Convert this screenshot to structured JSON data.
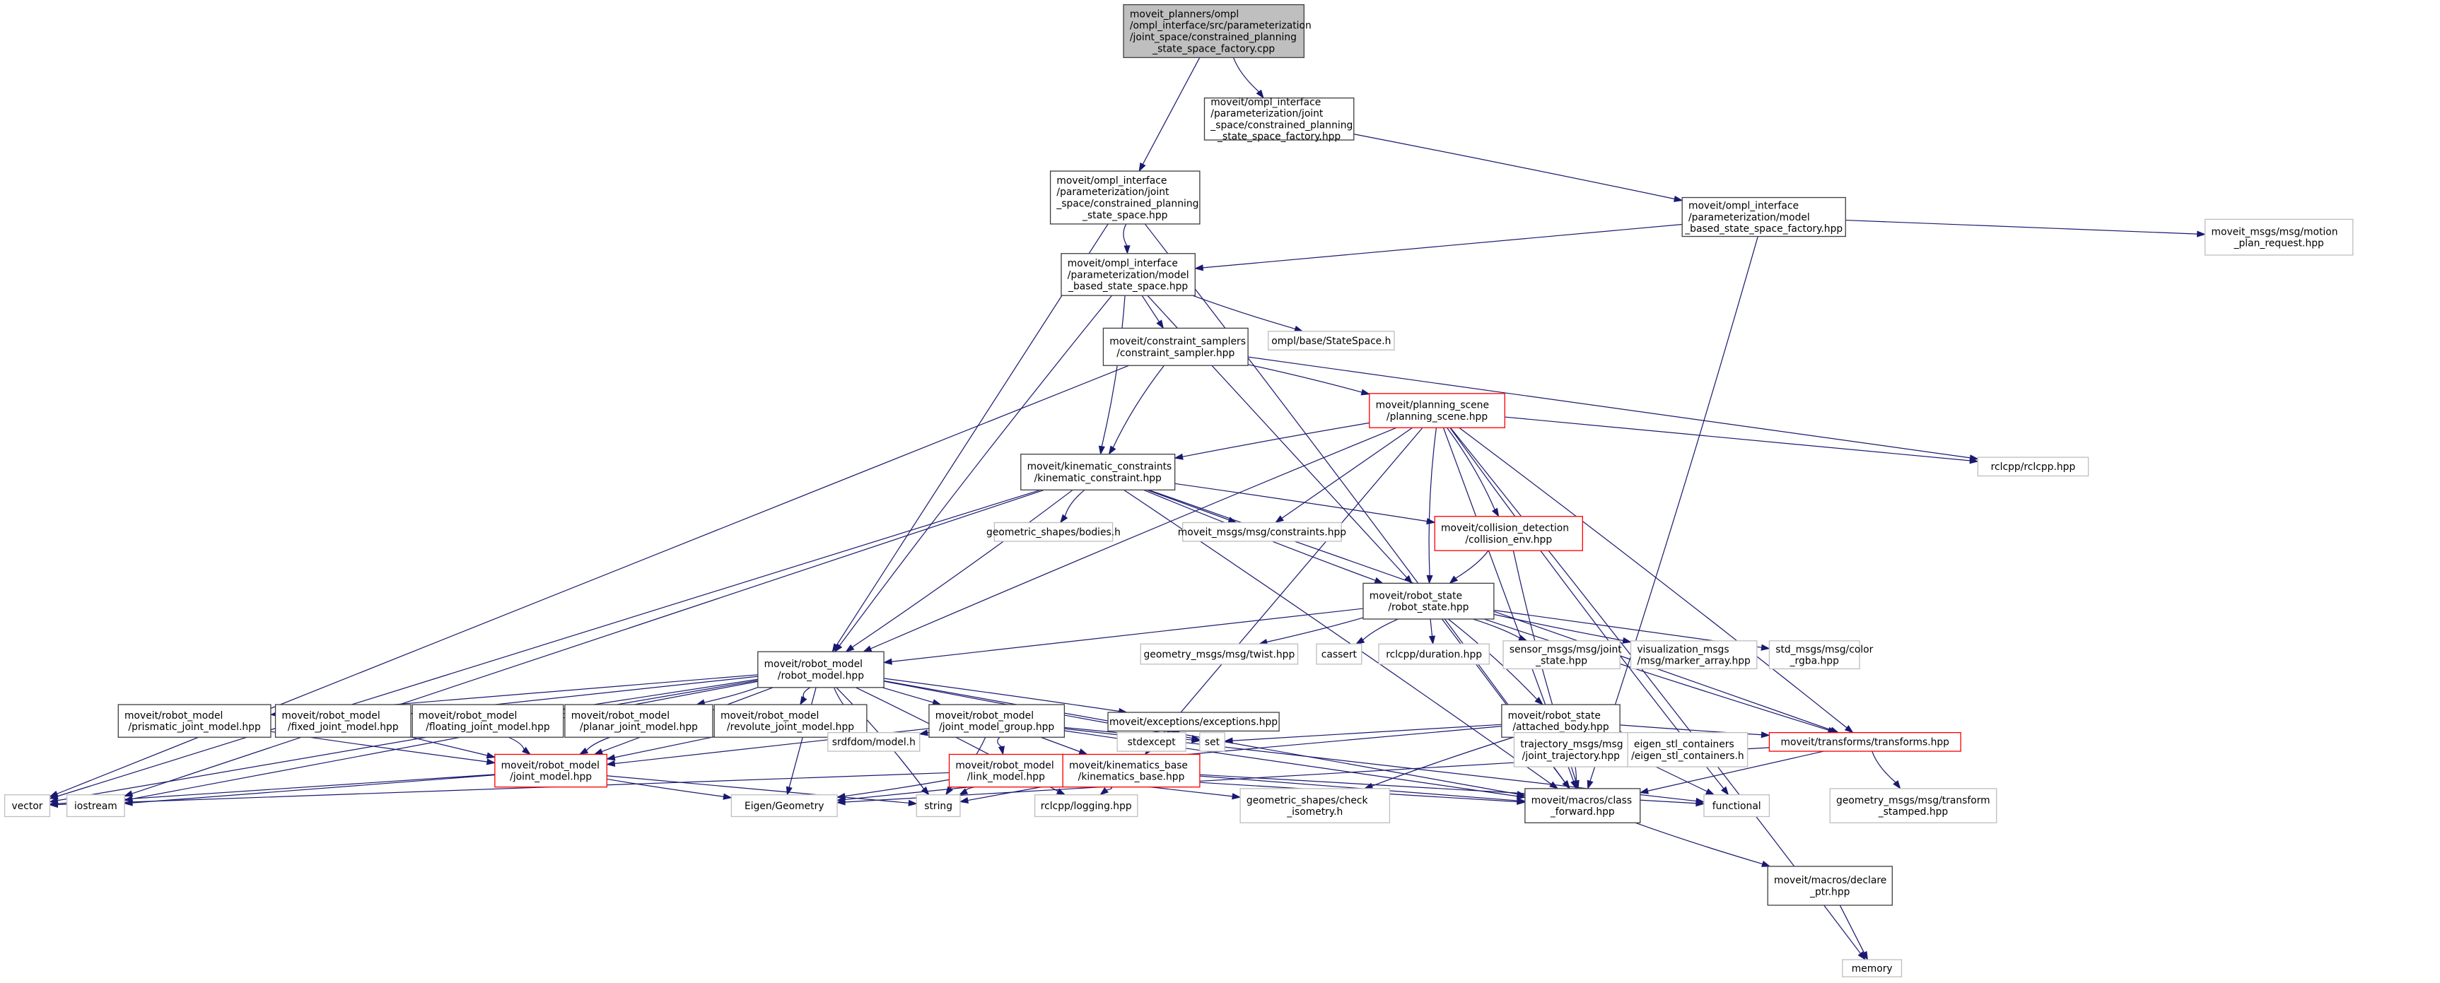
{
  "colors": {
    "edge": "#191970",
    "main_fill": "#bfbfbf",
    "normal_border": "#404040",
    "incomplete_border": "#ff0000",
    "external_border": "#bfbfbf"
  },
  "nodes": [
    {
      "id": "main",
      "style": "main",
      "label": [
        "moveit_planners/ompl",
        "/ompl_interface/src/parameterization",
        "/joint_space/constrained_planning",
        "_state_space_factory.cpp"
      ]
    },
    {
      "id": "cssf",
      "style": "normal",
      "label": [
        "moveit/ompl_interface",
        "/parameterization/joint",
        "_space/constrained_planning",
        "_state_space_factory.hpp"
      ]
    },
    {
      "id": "css",
      "style": "normal",
      "label": [
        "moveit/ompl_interface",
        "/parameterization/joint",
        "_space/constrained_planning",
        "_state_space.hpp"
      ]
    },
    {
      "id": "mbssf",
      "style": "normal",
      "label": [
        "moveit/ompl_interface",
        "/parameterization/model",
        "_based_state_space_factory.hpp"
      ]
    },
    {
      "id": "mpr",
      "style": "external",
      "label": [
        "moveit_msgs/msg/motion",
        "_plan_request.hpp"
      ]
    },
    {
      "id": "mbss",
      "style": "normal",
      "label": [
        "moveit/ompl_interface",
        "/parameterization/model",
        "_based_state_space.hpp"
      ]
    },
    {
      "id": "omplss",
      "style": "external",
      "label": [
        "ompl/base/StateSpace.h"
      ]
    },
    {
      "id": "cs",
      "style": "normal",
      "label": [
        "moveit/constraint_samplers",
        "/constraint_sampler.hpp"
      ]
    },
    {
      "id": "ps",
      "style": "red",
      "label": [
        "moveit/planning_scene",
        "/planning_scene.hpp"
      ]
    },
    {
      "id": "rclcpp",
      "style": "external",
      "label": [
        "rclcpp/rclcpp.hpp"
      ]
    },
    {
      "id": "kc",
      "style": "normal",
      "label": [
        "moveit/kinematic_constraints",
        "/kinematic_constraint.hpp"
      ]
    },
    {
      "id": "bodies",
      "style": "external",
      "label": [
        "geometric_shapes/bodies.h"
      ]
    },
    {
      "id": "constraints",
      "style": "external",
      "label": [
        "moveit_msgs/msg/constraints.hpp"
      ]
    },
    {
      "id": "ce",
      "style": "red",
      "label": [
        "moveit/collision_detection",
        "/collision_env.hpp"
      ]
    },
    {
      "id": "rs",
      "style": "normal",
      "label": [
        "moveit/robot_state",
        "/robot_state.hpp"
      ]
    },
    {
      "id": "twist",
      "style": "external",
      "label": [
        "geometry_msgs/msg/twist.hpp"
      ]
    },
    {
      "id": "cassert",
      "style": "external",
      "label": [
        "cassert"
      ]
    },
    {
      "id": "duration",
      "style": "external",
      "label": [
        "rclcpp/duration.hpp"
      ]
    },
    {
      "id": "jointstate",
      "style": "external",
      "label": [
        "sensor_msgs/msg/joint",
        "_state.hpp"
      ]
    },
    {
      "id": "marker",
      "style": "external",
      "label": [
        "visualization_msgs",
        "/msg/marker_array.hpp"
      ]
    },
    {
      "id": "rgba",
      "style": "external",
      "label": [
        "std_msgs/msg/color",
        "_rgba.hpp"
      ]
    },
    {
      "id": "rm",
      "style": "normal",
      "label": [
        "moveit/robot_model",
        "/robot_model.hpp"
      ]
    },
    {
      "id": "prism",
      "style": "normal",
      "label": [
        "moveit/robot_model",
        "/prismatic_joint_model.hpp"
      ]
    },
    {
      "id": "fixed",
      "style": "normal",
      "label": [
        "moveit/robot_model",
        "/fixed_joint_model.hpp"
      ]
    },
    {
      "id": "floating",
      "style": "normal",
      "label": [
        "moveit/robot_model",
        "/floating_joint_model.hpp"
      ]
    },
    {
      "id": "planar",
      "style": "normal",
      "label": [
        "moveit/robot_model",
        "/planar_joint_model.hpp"
      ]
    },
    {
      "id": "revolute",
      "style": "normal",
      "label": [
        "moveit/robot_model",
        "/revolute_joint_model.hpp"
      ]
    },
    {
      "id": "jmg",
      "style": "normal",
      "label": [
        "moveit/robot_model",
        "/joint_model_group.hpp"
      ]
    },
    {
      "id": "exc",
      "style": "normal",
      "label": [
        "moveit/exceptions/exceptions.hpp"
      ]
    },
    {
      "id": "ab",
      "style": "normal",
      "label": [
        "moveit/robot_state",
        "/attached_body.hpp"
      ]
    },
    {
      "id": "traj",
      "style": "external",
      "label": [
        "trajectory_msgs/msg",
        "/joint_trajectory.hpp"
      ]
    },
    {
      "id": "eigenstl",
      "style": "external",
      "label": [
        "eigen_stl_containers",
        "/eigen_stl_containers.h"
      ]
    },
    {
      "id": "tf",
      "style": "red",
      "label": [
        "moveit/transforms/transforms.hpp"
      ]
    },
    {
      "id": "srdf",
      "style": "external",
      "label": [
        "srdfdom/model.h"
      ]
    },
    {
      "id": "stdexcept",
      "style": "external",
      "label": [
        "stdexcept"
      ]
    },
    {
      "id": "set",
      "style": "external",
      "label": [
        "set"
      ]
    },
    {
      "id": "jm",
      "style": "red",
      "label": [
        "moveit/robot_model",
        "/joint_model.hpp"
      ]
    },
    {
      "id": "lm",
      "style": "red",
      "label": [
        "moveit/robot_model",
        "/link_model.hpp"
      ]
    },
    {
      "id": "kb",
      "style": "red",
      "label": [
        "moveit/kinematics_base",
        "/kinematics_base.hpp"
      ]
    },
    {
      "id": "vector",
      "style": "external",
      "label": [
        "vector"
      ]
    },
    {
      "id": "iostream",
      "style": "external",
      "label": [
        "iostream"
      ]
    },
    {
      "id": "eigen",
      "style": "external",
      "label": [
        "Eigen/Geometry"
      ]
    },
    {
      "id": "string",
      "style": "external",
      "label": [
        "string"
      ]
    },
    {
      "id": "logging",
      "style": "external",
      "label": [
        "rclcpp/logging.hpp"
      ]
    },
    {
      "id": "iso",
      "style": "external",
      "label": [
        "geometric_shapes/check",
        "_isometry.h"
      ]
    },
    {
      "id": "cf",
      "style": "normal",
      "label": [
        "moveit/macros/class",
        "_forward.hpp"
      ]
    },
    {
      "id": "functional",
      "style": "external",
      "label": [
        "functional"
      ]
    },
    {
      "id": "tfs",
      "style": "external",
      "label": [
        "geometry_msgs/msg/transform",
        "_stamped.hpp"
      ]
    },
    {
      "id": "dp",
      "style": "normal",
      "label": [
        "moveit/macros/declare",
        "_ptr.hpp"
      ]
    },
    {
      "id": "memory",
      "style": "external",
      "label": [
        "memory"
      ]
    }
  ],
  "edges": [
    [
      "main",
      "cssf"
    ],
    [
      "main",
      "css"
    ],
    [
      "cssf",
      "mbssf"
    ],
    [
      "css",
      "mbss"
    ],
    [
      "css",
      "rm"
    ],
    [
      "css",
      "cf"
    ],
    [
      "mbssf",
      "mbss"
    ],
    [
      "mbssf",
      "mpr"
    ],
    [
      "mbssf",
      "cf"
    ],
    [
      "mbss",
      "omplss"
    ],
    [
      "mbss",
      "cs"
    ],
    [
      "mbss",
      "kc"
    ],
    [
      "mbss",
      "rm"
    ],
    [
      "mbss",
      "rs"
    ],
    [
      "cs",
      "ps"
    ],
    [
      "cs",
      "kc"
    ],
    [
      "cs",
      "vector"
    ],
    [
      "cs",
      "rclcpp"
    ],
    [
      "ps",
      "kc"
    ],
    [
      "ps",
      "constraints"
    ],
    [
      "ps",
      "ce"
    ],
    [
      "ps",
      "rs"
    ],
    [
      "ps",
      "rclcpp"
    ],
    [
      "ps",
      "memory"
    ],
    [
      "ps",
      "functional"
    ],
    [
      "ps",
      "cf"
    ],
    [
      "ps",
      "tf"
    ],
    [
      "ps",
      "rm"
    ],
    [
      "ps",
      "kb"
    ],
    [
      "kc",
      "rm"
    ],
    [
      "kc",
      "bodies"
    ],
    [
      "kc",
      "constraints"
    ],
    [
      "kc",
      "ce"
    ],
    [
      "kc",
      "rs"
    ],
    [
      "kc",
      "tf"
    ],
    [
      "kc",
      "cf"
    ],
    [
      "kc",
      "iostream"
    ],
    [
      "kc",
      "vector"
    ],
    [
      "ce",
      "rs"
    ],
    [
      "ce",
      "cf"
    ],
    [
      "rs",
      "rm"
    ],
    [
      "rs",
      "twist"
    ],
    [
      "rs",
      "cassert"
    ],
    [
      "rs",
      "duration"
    ],
    [
      "rs",
      "jointstate"
    ],
    [
      "rs",
      "marker"
    ],
    [
      "rs",
      "rgba"
    ],
    [
      "rs",
      "ab"
    ],
    [
      "rs",
      "tf"
    ],
    [
      "rs",
      "cf"
    ],
    [
      "rm",
      "prism"
    ],
    [
      "rm",
      "fixed"
    ],
    [
      "rm",
      "floating"
    ],
    [
      "rm",
      "planar"
    ],
    [
      "rm",
      "revolute"
    ],
    [
      "rm",
      "jmg"
    ],
    [
      "rm",
      "exc"
    ],
    [
      "rm",
      "srdf"
    ],
    [
      "rm",
      "eigen"
    ],
    [
      "rm",
      "iostream"
    ],
    [
      "rm",
      "vector"
    ],
    [
      "rm",
      "jm"
    ],
    [
      "rm",
      "logging"
    ],
    [
      "rm",
      "set"
    ],
    [
      "rm",
      "cf"
    ],
    [
      "rm",
      "string"
    ],
    [
      "prism",
      "jm"
    ],
    [
      "fixed",
      "jm"
    ],
    [
      "floating",
      "jm"
    ],
    [
      "planar",
      "jm"
    ],
    [
      "revolute",
      "jm"
    ],
    [
      "jmg",
      "jm"
    ],
    [
      "jmg",
      "lm"
    ],
    [
      "jmg",
      "kb"
    ],
    [
      "jmg",
      "string"
    ],
    [
      "jmg",
      "srdf"
    ],
    [
      "jmg",
      "set"
    ],
    [
      "jmg",
      "functional"
    ],
    [
      "jmg",
      "cf"
    ],
    [
      "ab",
      "lm"
    ],
    [
      "ab",
      "set"
    ],
    [
      "ab",
      "iso"
    ],
    [
      "ab",
      "traj"
    ],
    [
      "ab",
      "eigenstl"
    ],
    [
      "ab",
      "tf"
    ],
    [
      "ab",
      "functional"
    ],
    [
      "ab",
      "cf"
    ],
    [
      "exc",
      "stdexcept"
    ],
    [
      "jm",
      "vector"
    ],
    [
      "jm",
      "iostream"
    ],
    [
      "jm",
      "eigen"
    ],
    [
      "jm",
      "string"
    ],
    [
      "lm",
      "eigen"
    ],
    [
      "lm",
      "string"
    ],
    [
      "lm",
      "iso"
    ],
    [
      "lm",
      "cf"
    ],
    [
      "lm",
      "vector"
    ],
    [
      "kb",
      "string"
    ],
    [
      "kb",
      "logging"
    ],
    [
      "kb",
      "cf"
    ],
    [
      "kb",
      "eigen"
    ],
    [
      "kb",
      "functional"
    ],
    [
      "tf",
      "tfs"
    ],
    [
      "tf",
      "cf"
    ],
    [
      "tf",
      "eigen"
    ],
    [
      "cf",
      "dp"
    ],
    [
      "dp",
      "memory"
    ]
  ]
}
